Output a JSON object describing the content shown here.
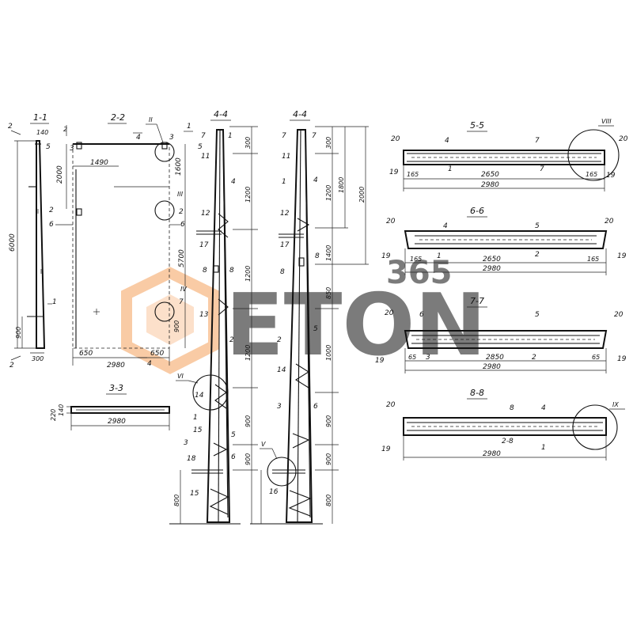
{
  "watermark": {
    "brand": "ETON",
    "number": "365",
    "color": "#f5a25d"
  },
  "section_titles": {
    "s11": "1-1",
    "s22": "2-2",
    "s33": "3-3",
    "s44a": "4-4",
    "s44b": "4-4",
    "s55": "5-5",
    "s66": "6-6",
    "s77": "7-7",
    "s88": "8-8"
  },
  "callouts": {
    "II": "II",
    "III": "III",
    "IV": "IV",
    "V": "V",
    "VI": "VI",
    "VIII": "VIII",
    "IX": "IX"
  },
  "view11": {
    "cut_top": "2",
    "cut_bot": "2",
    "d140": "140",
    "m3": "3",
    "m5": "5",
    "m1": "1",
    "h6000": "6000",
    "d900": "900",
    "d300": "300"
  },
  "view22": {
    "d1490": "1490",
    "d2000": "2000",
    "d1600": "1600",
    "d5700": "5700",
    "d900": "900",
    "d650a": "650",
    "d650b": "650",
    "d2980": "2980",
    "m2a": "2",
    "m2b": "2",
    "m6a": "6",
    "m6b": "6",
    "m3": "3",
    "m1": "1",
    "cut4a": "4",
    "cut4b": "4",
    "m7": "7"
  },
  "view33": {
    "d2980": "2980",
    "d220": "220",
    "d140": "140"
  },
  "view44a": {
    "d300": "300",
    "d1200a": "1200",
    "d1200b": "1200",
    "d1200c": "1200",
    "d900a": "900",
    "d900b": "900",
    "d800": "800",
    "labels": [
      "7",
      "1",
      "5",
      "11",
      "4",
      "12",
      "17",
      "8",
      "8",
      "13",
      "14",
      "1",
      "2",
      "15",
      "5",
      "3",
      "18",
      "6",
      "15",
      "7"
    ]
  },
  "view44b": {
    "d300": "300",
    "d1200": "1200",
    "d1800": "1800",
    "d2000": "2000",
    "d1400": "1400",
    "d850": "850",
    "d1000": "1000",
    "d900a": "900",
    "d900b": "900",
    "d800": "800",
    "labels": [
      "7",
      "7",
      "11",
      "4",
      "1",
      "12",
      "17",
      "8",
      "8",
      "5",
      "2",
      "14",
      "3",
      "6",
      "16"
    ]
  },
  "view55": {
    "d2650": "2650",
    "d2980": "2980",
    "d165a": "165",
    "d165b": "165",
    "labels": [
      "20",
      "4",
      "7",
      "20",
      "19",
      "1",
      "7",
      "19"
    ]
  },
  "view66": {
    "d2650": "2650",
    "d2980": "2980",
    "d165a": "165",
    "d165b": "165",
    "labels": [
      "20",
      "4",
      "5",
      "20",
      "19",
      "1",
      "2",
      "19"
    ]
  },
  "view77": {
    "d2850": "2850",
    "d2980": "2980",
    "d65a": "65",
    "d65b": "65",
    "labels": [
      "20",
      "6",
      "5",
      "20",
      "19",
      "3",
      "2",
      "19"
    ]
  },
  "view88": {
    "d2980": "2980",
    "d28": "2-8",
    "labels": [
      "20",
      "8",
      "4",
      "19",
      "1"
    ]
  }
}
